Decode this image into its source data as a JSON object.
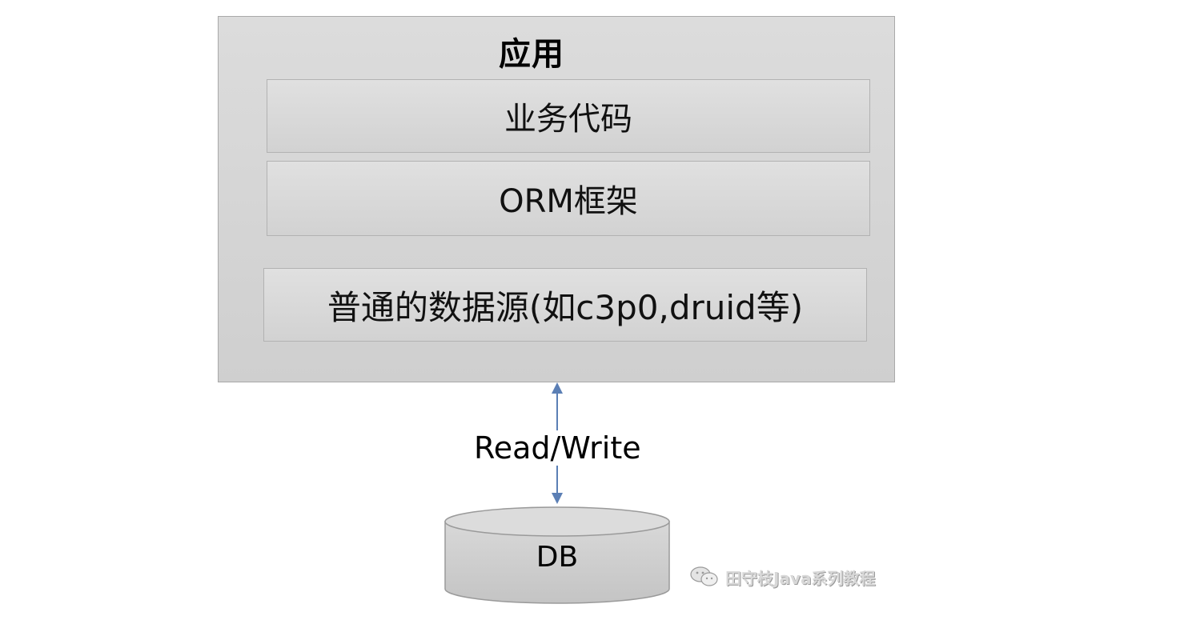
{
  "diagram": {
    "app_title": "应用",
    "layers": {
      "business_code": "业务代码",
      "orm_framework": "ORM框架",
      "datasource": "普通的数据源(如c3p0,druid等)"
    },
    "connection_label": "Read/Write",
    "database_label": "DB",
    "watermark_text": "田守枝Java系列教程",
    "colors": {
      "box_fill": "#d4d4d4",
      "box_border": "#a9a9a9",
      "arrow": "#5b7fb5",
      "db_fill": "#cfcfcf"
    },
    "icons": {
      "watermark": "wechat-icon"
    }
  }
}
